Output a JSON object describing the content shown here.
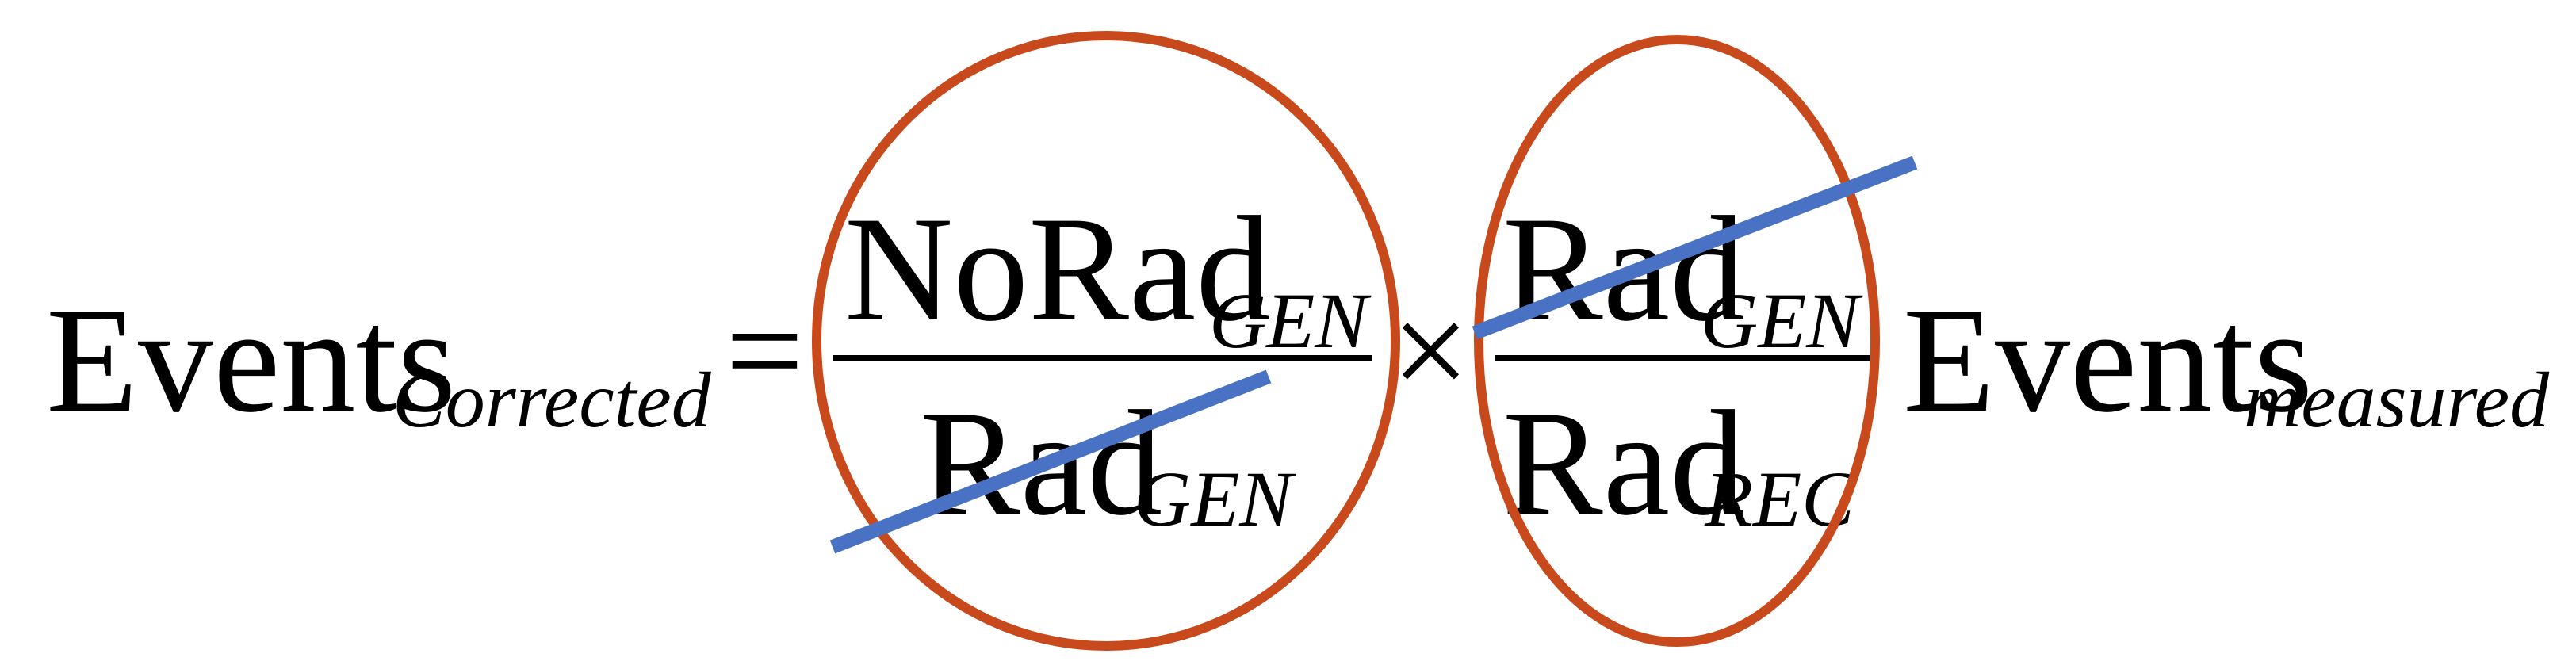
{
  "equation": {
    "lhs": {
      "main": "Events",
      "sub": "Corrected"
    },
    "equals": "=",
    "fraction1": {
      "numerator": {
        "main": "NoRad",
        "sub": "GEN"
      },
      "denominator": {
        "main": "Rad",
        "sub": "GEN"
      }
    },
    "times": "×",
    "fraction2": {
      "numerator": {
        "main": "Rad",
        "sub": "GEN"
      },
      "denominator": {
        "main": "Rad",
        "sub": "REC"
      }
    },
    "rhs": {
      "main": "Events",
      "sub": "measured"
    }
  },
  "colors": {
    "circle": "#C8491B",
    "strike": "#4A72C4",
    "text": "#000000"
  }
}
